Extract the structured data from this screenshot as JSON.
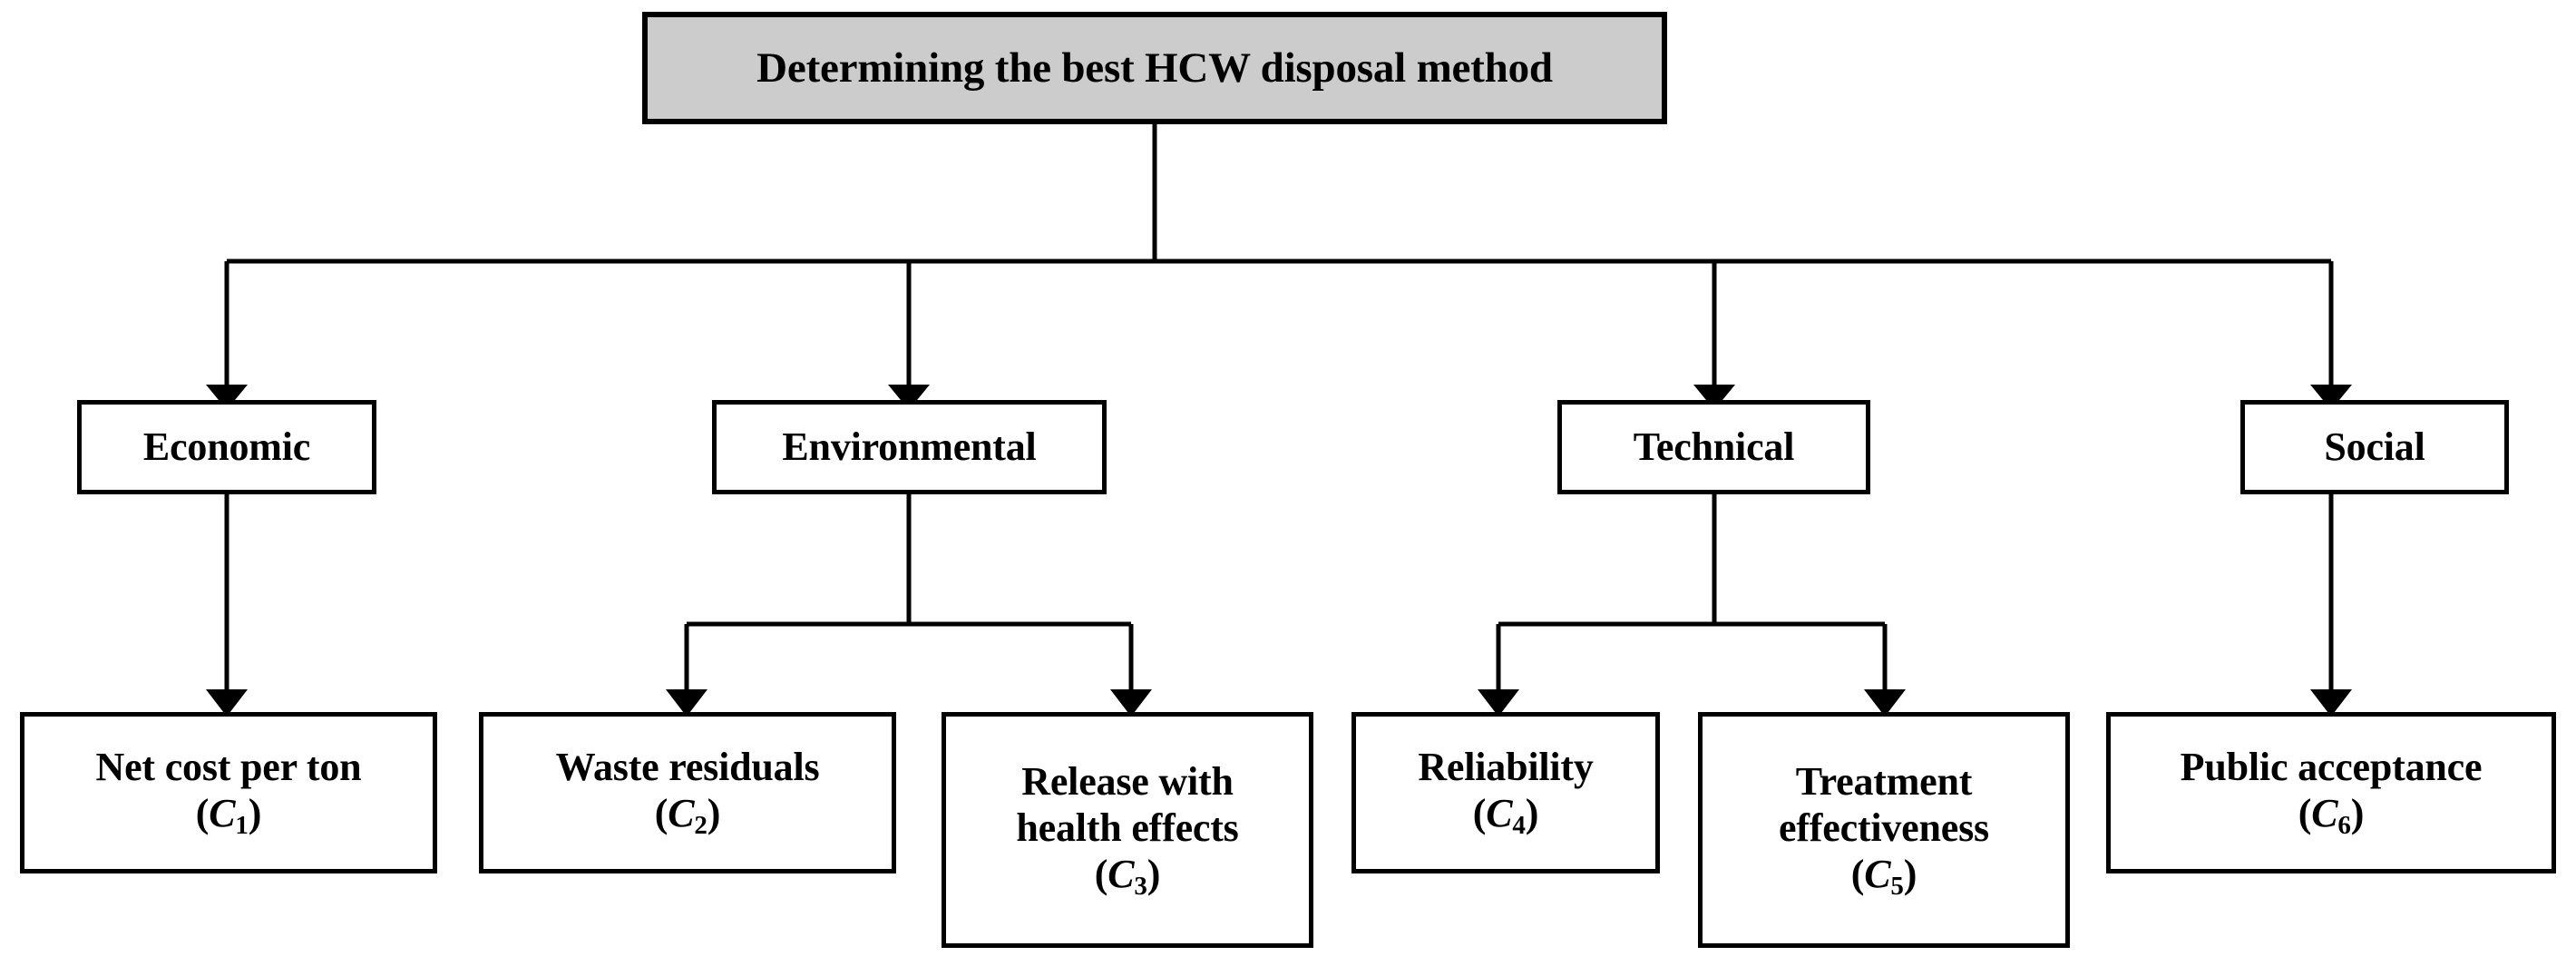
{
  "diagram": {
    "title": "Determining the best HCW disposal method",
    "type": "hierarchy-tree",
    "levels": [
      "goal",
      "criteria",
      "sub-criteria"
    ],
    "colors": {
      "goal_fill": "#cccccc",
      "node_fill": "#ffffff",
      "stroke": "#000000",
      "background": "#ffffff"
    },
    "goal": {
      "label": "Determining the best HCW disposal method"
    },
    "criteria": [
      {
        "id": "economic",
        "label": "Economic"
      },
      {
        "id": "environmental",
        "label": "Environmental"
      },
      {
        "id": "technical",
        "label": "Technical"
      },
      {
        "id": "social",
        "label": "Social"
      }
    ],
    "subcriteria": [
      {
        "id": "c1",
        "parent": "economic",
        "label": "Net cost per ton",
        "code": "C",
        "index": "1"
      },
      {
        "id": "c2",
        "parent": "environmental",
        "label": "Waste residuals",
        "code": "C",
        "index": "2"
      },
      {
        "id": "c3",
        "parent": "environmental",
        "label_line1": "Release with",
        "label_line2": "health effects",
        "code": "C",
        "index": "3"
      },
      {
        "id": "c4",
        "parent": "technical",
        "label": "Reliability",
        "code": "C",
        "index": "4"
      },
      {
        "id": "c5",
        "parent": "technical",
        "label_line1": "Treatment",
        "label_line2": "effectiveness",
        "code": "C",
        "index": "5"
      },
      {
        "id": "c6",
        "parent": "social",
        "label": "Public acceptance",
        "code": "C",
        "index": "6"
      }
    ]
  }
}
